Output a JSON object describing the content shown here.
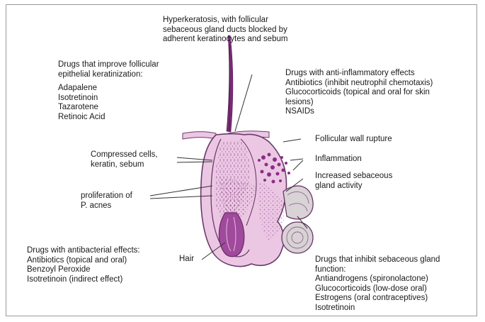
{
  "top": {
    "hyperkeratosis": [
      "Hyperkeratosis, with follicular",
      "sebaceous gland ducts blocked by",
      "adherent keratinocytes and sebum"
    ]
  },
  "left": {
    "keratinization_heading": [
      "Drugs that improve follicular",
      "epithelial keratinization:"
    ],
    "keratinization_drugs": [
      "Adapalene",
      "Isotretinoin",
      "Tazarotene",
      "Retinoic Acid"
    ],
    "compressed_cells": [
      "Compressed cells,",
      "keratin, sebum"
    ],
    "proliferation": [
      "proliferation of",
      "P. acnes"
    ],
    "antibacterial_heading": [
      "Drugs with antibacterial effects:"
    ],
    "antibacterial_drugs": [
      "Antibiotics (topical and oral)",
      "Benzoyl Peroxide",
      "Isotretinoin (indirect effect)"
    ],
    "hair": "Hair"
  },
  "right": {
    "anti_inflammatory_heading": [
      "Drugs with anti-inflammatory effects"
    ],
    "anti_inflammatory_drugs": [
      "Antibiotics (inhibit neutrophil chemotaxis)",
      "Glucocorticoids (topical and oral for skin",
      "lesions)",
      "NSAIDs"
    ],
    "follicular_wall_rupture": "Follicular wall rupture",
    "inflammation": "Inflammation",
    "sebaceous_activity": [
      "Increased sebaceous",
      "gland activity"
    ],
    "sebaceous_inhibit_heading": [
      "Drugs that inhibit sebaceous gland",
      "function:"
    ],
    "sebaceous_inhibit_drugs": [
      "Antiandrogens (spironolactone)",
      "Glucocorticoids (low-dose oral)",
      "Estrogens (oral contraceptives)",
      "Isotretinoin"
    ]
  },
  "colors": {
    "follicle_fill": "#ecc7e4",
    "outline": "#6a3a6a",
    "inflammation": "#8a2f86",
    "hair": "#7a2a78",
    "leader": "#333333"
  }
}
